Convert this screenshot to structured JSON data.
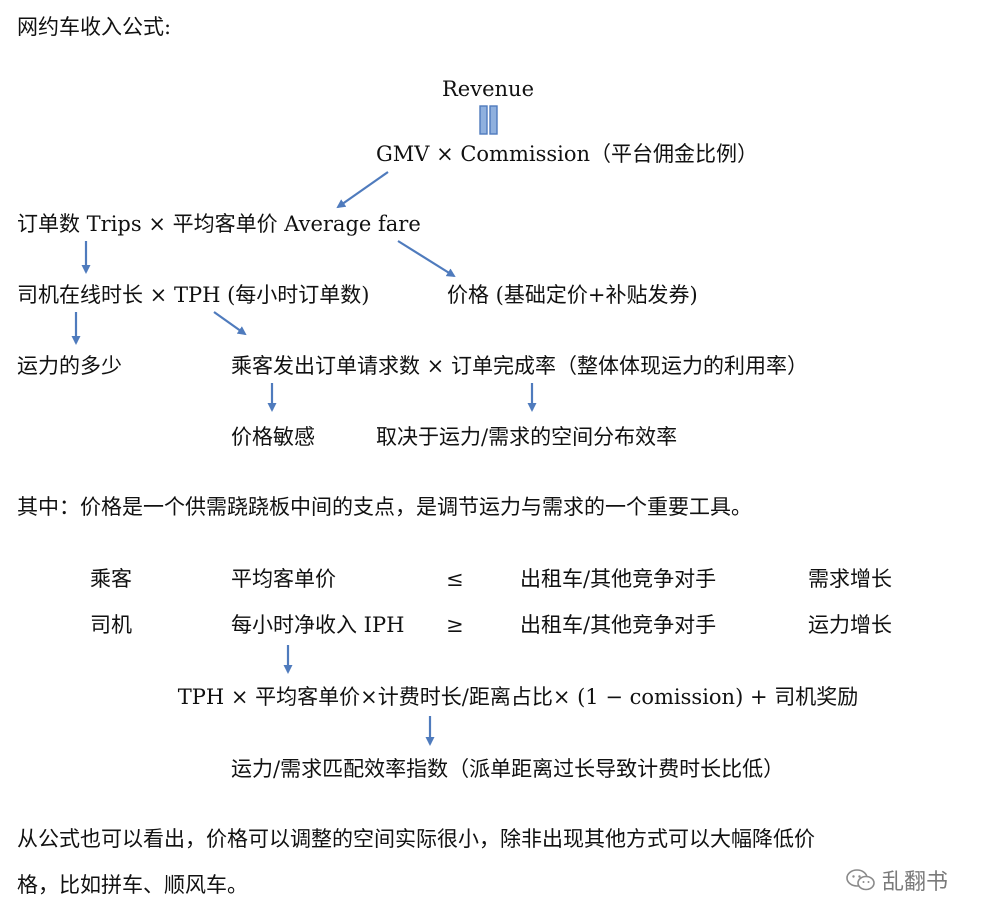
{
  "title": "网约车收入公式:",
  "revenue": "Revenue",
  "gmv_commission": "GMV × Commission（平台佣金比例）",
  "trips_fare": "订单数 Trips × 平均客单价 Average fare",
  "driver_hours_tph": "司机在线时长 × TPH (每小时订单数)",
  "price_components": "价格 (基础定价+补贴发券)",
  "supply_amount": "运力的多少",
  "requests_completion": "乘客发出订单请求数 × 订单完成率（整体体现运力的利用率）",
  "price_sensitivity": "价格敏感",
  "spatial_efficiency": "取决于运力/需求的空间分布效率",
  "price_note": "其中：价格是一个供需跷跷板中间的支点，是调节运力与需求的一个重要工具。",
  "comparison": {
    "rows": [
      {
        "role": "乘客",
        "metric": "平均客单价",
        "op": "≤",
        "benchmark": "出租车/其他竞争对手",
        "effect": "需求增长"
      },
      {
        "role": "司机",
        "metric": "每小时净收入 IPH",
        "op": "≥",
        "benchmark": "出租车/其他竞争对手",
        "effect": "运力增长"
      }
    ]
  },
  "iph_formula": "TPH × 平均客单价×计费时长/距离占比× (1 − comission) + 司机奖励",
  "matching_index": "运力/需求匹配效率指数（派单距离过长导致计费时长比低）",
  "conclusion_line1": "从公式也可以看出，价格可以调整的空间实际很小，除非出现其他方式可以大幅降低价",
  "conclusion_line2": "格，比如拼车、顺风车。",
  "watermark": "乱翻书",
  "colors": {
    "arrow": "#4f7bbd",
    "arrow_fill": "#8fb0de",
    "text": "#111111",
    "watermark": "#7a7a7a"
  }
}
